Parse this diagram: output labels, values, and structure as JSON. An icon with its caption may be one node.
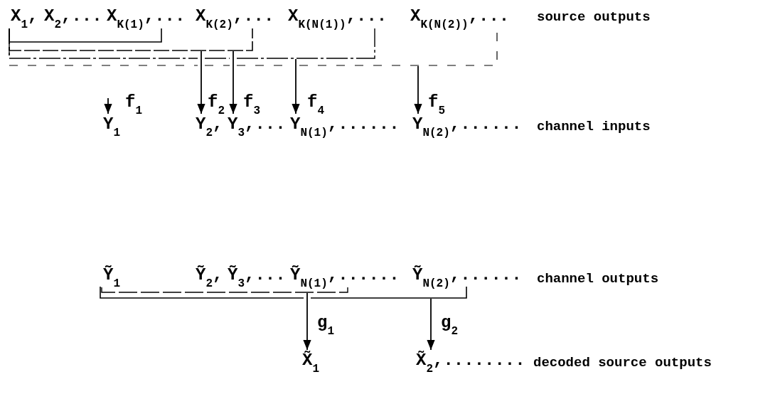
{
  "diagram": {
    "nodes": [
      {
        "text": [
          "X$_{1}$,"
        ]
      },
      {
        "text": [
          "X$_{2}$,..."
        ]
      },
      {
        "text": [
          "X$_{K(1)}$,..."
        ]
      },
      {
        "text": [
          "X$_{K(2)}$,..."
        ]
      },
      {
        "text": [
          "X$_{K(N(1))}$,..."
        ]
      },
      {
        "text": [
          "X$_{K(N(2))}$,..."
        ]
      },
      {
        "text": [
          "Y$_{1}$"
        ]
      },
      {
        "text": [
          "Y$_{2}$,"
        ]
      },
      {
        "text": [
          "Y$_{3}$,..."
        ]
      },
      {
        "text": [
          "Y$_{N(1)}$,......"
        ]
      },
      {
        "text": [
          "Y$_{N(2)}$,......"
        ]
      },
      {
        "text": [
          "Ỹ$_{1}$"
        ]
      },
      {
        "text": [
          "Ỹ$_{2}$,"
        ]
      },
      {
        "text": [
          "Ỹ$_{3}$,..."
        ]
      },
      {
        "text": [
          "Ỹ$_{N(1)}$,......"
        ]
      },
      {
        "text": [
          "Ỹ$_{N(2)}$,......"
        ]
      },
      {
        "text": [
          "X̃$_{1}$"
        ]
      },
      {
        "text": [
          "X̃$_{2}$,........"
        ]
      },
      {
        "text": [],
        "shape": "bracket",
        "in": 19
      },
      {
        "text": [],
        "shape": "bracket",
        "in": 20
      },
      {
        "text": [],
        "shape": "bracket",
        "in": 21
      },
      {
        "text": [],
        "shape": "bracket"
      },
      {
        "text": [],
        "shape": "bracket",
        "in": 23
      },
      {
        "text": [],
        "shape": "bracket"
      }
    ],
    "edges": [
      {
        "from": null,
        "to": 6,
        "arrow": "to",
        "label": "f$_{1}$"
      },
      {
        "from": 19,
        "to": 7,
        "arrow": "to",
        "label": "f$_{2}$"
      },
      {
        "from": 19,
        "to": 8,
        "arrow": "to",
        "label": "f$_{3}$"
      },
      {
        "from": 20,
        "to": 9,
        "arrow": "to",
        "label": "f$_{4}$"
      },
      {
        "from": 21,
        "to": 10,
        "arrow": "to",
        "label": "f$_{5}$"
      },
      {
        "from": 22,
        "to": 16,
        "arrow": "to",
        "label": "g$_{1}$"
      },
      {
        "from": 23,
        "to": 17,
        "arrow": "to",
        "label": "g$_{2}$"
      }
    ],
    "labels": [
      "source outputs",
      "channel inputs",
      "channel outputs",
      "decoded source outputs"
    ]
  }
}
